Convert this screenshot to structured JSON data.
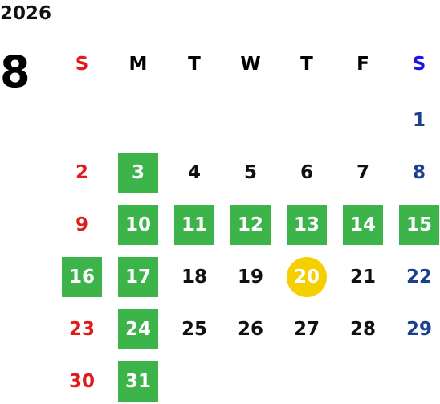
{
  "year": "2026",
  "month": "8",
  "colors": {
    "sunday": "#e01b1b",
    "saturday": "#1c3f8f",
    "saturday_header": "#1a14e6",
    "weekday": "#111111",
    "highlight_green": "#3cb44a",
    "today_yellow": "#f5cf00"
  },
  "weekdays": [
    "S",
    "M",
    "T",
    "W",
    "T",
    "F",
    "S"
  ],
  "weeks": [
    [
      null,
      null,
      null,
      null,
      null,
      null,
      {
        "day": "1"
      }
    ],
    [
      {
        "day": "2"
      },
      {
        "day": "3",
        "style": "green"
      },
      {
        "day": "4"
      },
      {
        "day": "5"
      },
      {
        "day": "6"
      },
      {
        "day": "7"
      },
      {
        "day": "8"
      }
    ],
    [
      {
        "day": "9"
      },
      {
        "day": "10",
        "style": "green"
      },
      {
        "day": "11",
        "style": "green"
      },
      {
        "day": "12",
        "style": "green"
      },
      {
        "day": "13",
        "style": "green"
      },
      {
        "day": "14",
        "style": "green"
      },
      {
        "day": "15",
        "style": "green"
      }
    ],
    [
      {
        "day": "16",
        "style": "green"
      },
      {
        "day": "17",
        "style": "green"
      },
      {
        "day": "18"
      },
      {
        "day": "19"
      },
      {
        "day": "20",
        "style": "circle"
      },
      {
        "day": "21"
      },
      {
        "day": "22"
      }
    ],
    [
      {
        "day": "23"
      },
      {
        "day": "24",
        "style": "green"
      },
      {
        "day": "25"
      },
      {
        "day": "26"
      },
      {
        "day": "27"
      },
      {
        "day": "28"
      },
      {
        "day": "29"
      }
    ],
    [
      {
        "day": "30"
      },
      {
        "day": "31",
        "style": "green"
      },
      null,
      null,
      null,
      null,
      null
    ]
  ]
}
